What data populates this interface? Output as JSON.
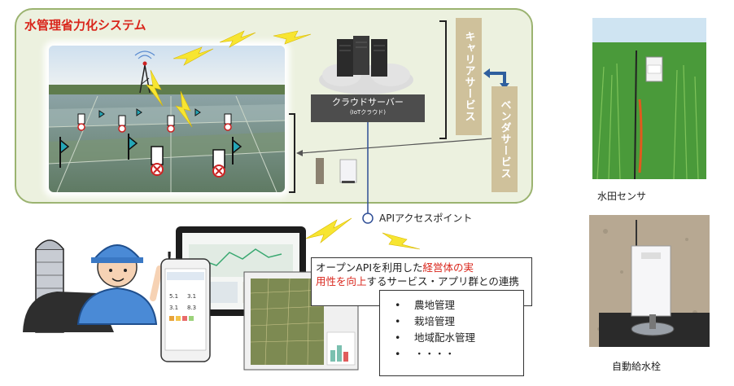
{
  "system": {
    "title": "水管理省力化システム"
  },
  "cloud": {
    "label": "クラウドサーバー",
    "sub": "(IoTクラウド)"
  },
  "carrier": {
    "label": "キャリアサービス"
  },
  "vendor": {
    "label": "ベンダサービス"
  },
  "api": {
    "label": "APIアクセスポイント"
  },
  "open_api": {
    "text_1": "オープンAPIを利用した",
    "highlight_1": "経営体の実",
    "highlight_2": "用性を向上",
    "text_2": "するサービス・アプリ群との連携"
  },
  "services": [
    "農地管理",
    "栽培管理",
    "地域配水管理",
    "・・・・"
  ],
  "photos": {
    "paddy_caption": "水田センサ",
    "hydrant_caption": "自動給水栓"
  },
  "phone": {
    "values": [
      "5.1",
      "3.1",
      "3.1",
      "8.3"
    ]
  },
  "colors": {
    "title_red": "#d9261c",
    "panel_border": "#9bb370",
    "panel_fill": "#ecf1df",
    "service_box": "#cfc19b",
    "lightning": "#f7e531",
    "api_line": "#2f4e96"
  }
}
